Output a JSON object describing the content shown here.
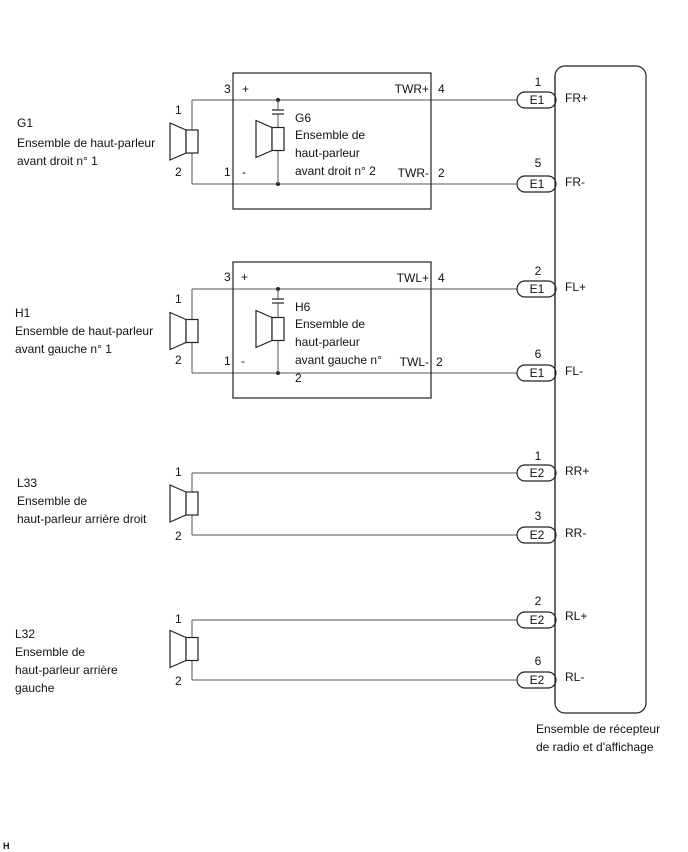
{
  "speakers": {
    "g1": {
      "code": "G1",
      "line1": "Ensemble de haut-parleur",
      "line2": "avant droit n° 1",
      "pin1": "1",
      "pin2": "2"
    },
    "h1": {
      "code": "H1",
      "line1": "Ensemble de haut-parleur",
      "line2": "avant gauche n° 1",
      "pin1": "1",
      "pin2": "2"
    },
    "l33": {
      "code": "L33",
      "line1": "Ensemble de",
      "line2": "haut-parleur arrière droit",
      "pin1": "1",
      "pin2": "2"
    },
    "l32": {
      "code": "L32",
      "line1": "Ensemble de",
      "line2": "haut-parleur arrière",
      "line3": "gauche",
      "pin1": "1",
      "pin2": "2"
    }
  },
  "tweeters": {
    "g6": {
      "code": "G6",
      "line1": "Ensemble de",
      "line2": "haut-parleur",
      "line3": "avant droit n° 2",
      "in_plus_pin": "3",
      "in_plus_sign": "+",
      "in_minus_pin": "1",
      "in_minus_sign": "-",
      "out_plus_label": "TWR+",
      "out_plus_pin": "4",
      "out_minus_label": "TWR-",
      "out_minus_pin": "2"
    },
    "h6": {
      "code": "H6",
      "line1": "Ensemble de",
      "line2": "haut-parleur",
      "line3": "avant gauche n°",
      "line4": "2",
      "in_plus_pin": "3",
      "in_plus_sign": "+",
      "in_minus_pin": "1",
      "in_minus_sign": "-",
      "out_plus_label": "TWL+",
      "out_plus_pin": "4",
      "out_minus_label": "TWL-",
      "out_minus_pin": "2"
    }
  },
  "connectors": [
    {
      "pin": "1",
      "connector": "E1",
      "signal": "FR+"
    },
    {
      "pin": "5",
      "connector": "E1",
      "signal": "FR-"
    },
    {
      "pin": "2",
      "connector": "E1",
      "signal": "FL+"
    },
    {
      "pin": "6",
      "connector": "E1",
      "signal": "FL-"
    },
    {
      "pin": "1",
      "connector": "E2",
      "signal": "RR+"
    },
    {
      "pin": "3",
      "connector": "E2",
      "signal": "RR-"
    },
    {
      "pin": "2",
      "connector": "E2",
      "signal": "RL+"
    },
    {
      "pin": "6",
      "connector": "E2",
      "signal": "RL-"
    }
  ],
  "receiver": {
    "line1": "Ensemble de récepteur",
    "line2": "de radio et d'affichage"
  },
  "figure_code": "H",
  "icons": {
    "speaker": "speaker-icon",
    "capacitor": "capacitor-icon",
    "connector": "connector-icon"
  }
}
